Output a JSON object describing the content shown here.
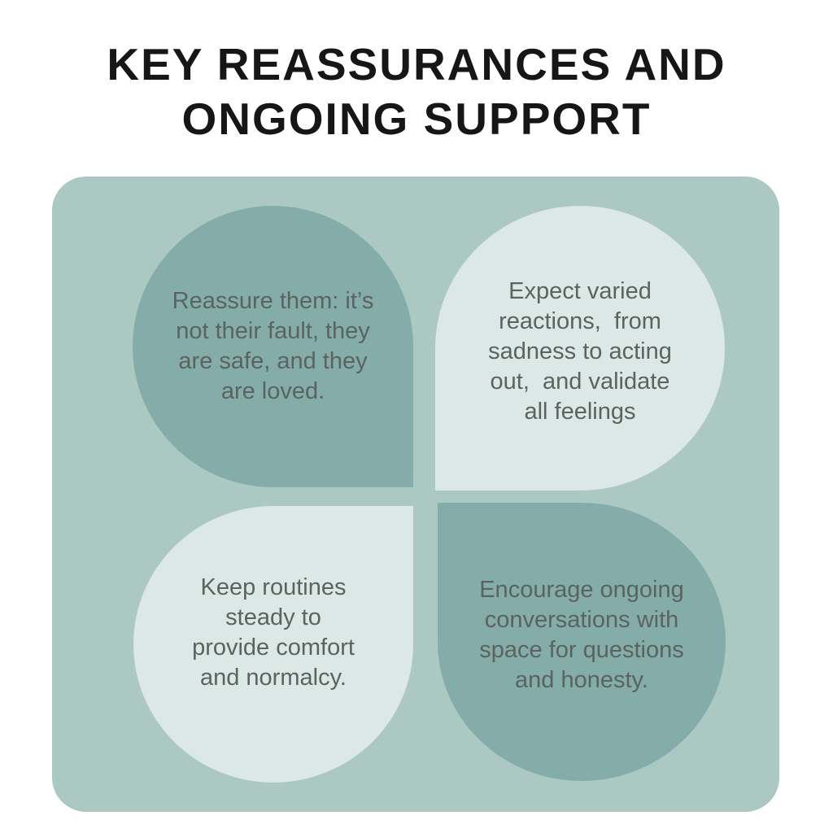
{
  "title": {
    "lines": [
      "KEY REASSURANCES AND",
      "ONGOING SUPPORT"
    ]
  },
  "petals": [
    {
      "id": "top-left",
      "tone": "dark",
      "text": "Reassure them: it’s\nnot their fault, they\nare safe, and they\nare loved."
    },
    {
      "id": "top-right",
      "tone": "light",
      "text": "Expect varied\nreactions,  from\nsadness to acting\nout,  and validate\nall feelings"
    },
    {
      "id": "bottom-left",
      "tone": "light",
      "text": "Keep routines\nsteady to\nprovide comfort\nand normalcy."
    },
    {
      "id": "bottom-right",
      "tone": "dark",
      "text": "Encourage ongoing\nconversations with\nspace for questions\nand honesty."
    }
  ],
  "colors": {
    "page_background": "#ffffff",
    "panel_background": "#abc8c3",
    "petal_dark": "#84ada9",
    "petal_light": "#dce8e5",
    "body_text": "#5b6360",
    "title_text": "#161616"
  }
}
